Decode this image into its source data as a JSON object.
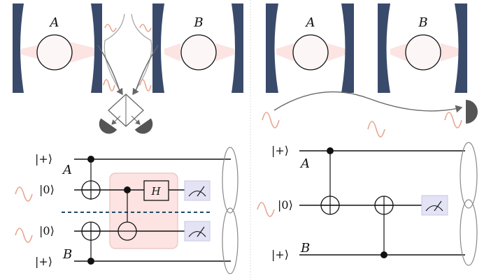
{
  "panels": {
    "left": {
      "cavity_a_label": "A",
      "cavity_b_label": "B",
      "circuit": {
        "ket_top": "|+⟩",
        "ket_mid1": "|0⟩",
        "ket_mid2": "|0⟩",
        "ket_bottom": "|+⟩",
        "label_a": "A",
        "label_b": "B",
        "hadamard": "H"
      }
    },
    "right": {
      "cavity_a_label": "A",
      "cavity_b_label": "B",
      "circuit": {
        "ket_top": "|+⟩",
        "ket_mid": "|0⟩",
        "ket_bottom": "|+⟩",
        "label_a": "A",
        "label_b": "B"
      }
    }
  },
  "colors": {
    "mirror": "#3a4a6b",
    "beam": "#fbe4e2",
    "photon": "#e8a58f",
    "arrow": "#666666",
    "detector": "#555555",
    "swap_box_fill": "#fde3e1",
    "swap_box_stroke": "#e8c3bf",
    "meter_fill": "#e3e3f5",
    "divider": "#1f4a6b"
  }
}
